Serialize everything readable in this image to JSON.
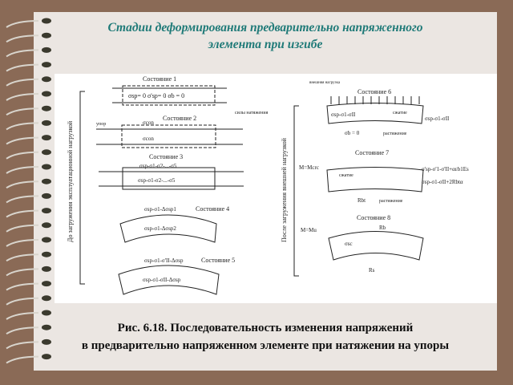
{
  "slide": {
    "title_line1": "Стадии деформирования предварительно напряженного",
    "title_line2": "элемента при изгибе",
    "caption_line1": "Рис. 6.18. Последовательность изменения напряжений",
    "caption_line2": "в предварительно напряженном элементе при натяжении на упоры"
  },
  "figure": {
    "left_bracket_label": "До загружения эксплуатационной нагрузкой",
    "right_bracket_label": "После загружения внешней нагрузкой",
    "states": [
      "Состояние 1",
      "Состояние 2",
      "Состояние 3",
      "Состояние 4",
      "Состояние 5",
      "Состояние 6",
      "Состояние 7",
      "Состояние 8"
    ],
    "s1_formula": "σsp= 0  σ'sp= 0  σb = 0",
    "s2_stop": "упор",
    "s2_forces": "силы натяжения",
    "s2_con_top": "σcon",
    "s2_con_bottom": "σcon",
    "s3_top": "σsp-σ1-σ2-...-σ5",
    "s3_bottom": "σsp-σ1-σ2-...-σ5",
    "s4_top": "σsp-σ1-Δσsp1",
    "s4_bottom": "σsp-σ1-Δσsp2",
    "s5_top": "σsp-σ1-σ'II-Δσsp",
    "s5_bottom": "σsp-σ1-σII-Δσsp",
    "s6_load": "внешняя нагрузка",
    "s6_inner": "σsp-σ1-σII",
    "s6_compression": "сжатие",
    "s6_right": "σsp-σ1-σII",
    "s6_sb": "σb = 0",
    "s6_tension": "растяжение",
    "s7_moment": "M=Mcrc",
    "s7_compression": "сжатие",
    "s7_right1": "σ'sp-σ'1-σ'II+αεb1Es",
    "s7_right2": "σsp-σ1-σII+2Rbtα",
    "s7_rbt": "Rbt",
    "s7_tension": "растяжение",
    "s8_moment": "M=Mu",
    "s8_rb": "Rb",
    "s8_sc": "σsc",
    "s8_rs": "Rs"
  }
}
